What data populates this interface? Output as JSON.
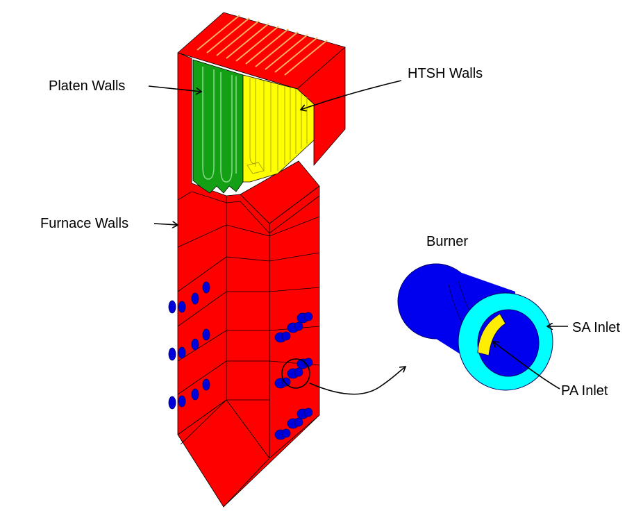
{
  "labels": {
    "platen": "Platen Walls",
    "htsh": "HTSH Walls",
    "furnace": "Furnace Walls",
    "burner": "Burner",
    "sa_inlet": "SA Inlet",
    "pa_inlet": "PA Inlet"
  },
  "colors": {
    "furnace_wall": "#ff0000",
    "platen_wall": "#14a014",
    "htsh_wall": "#ffff00",
    "burner_body": "#0000ee",
    "sa_inlet": "#00ffff",
    "pa_inlet": "#ffee00"
  }
}
